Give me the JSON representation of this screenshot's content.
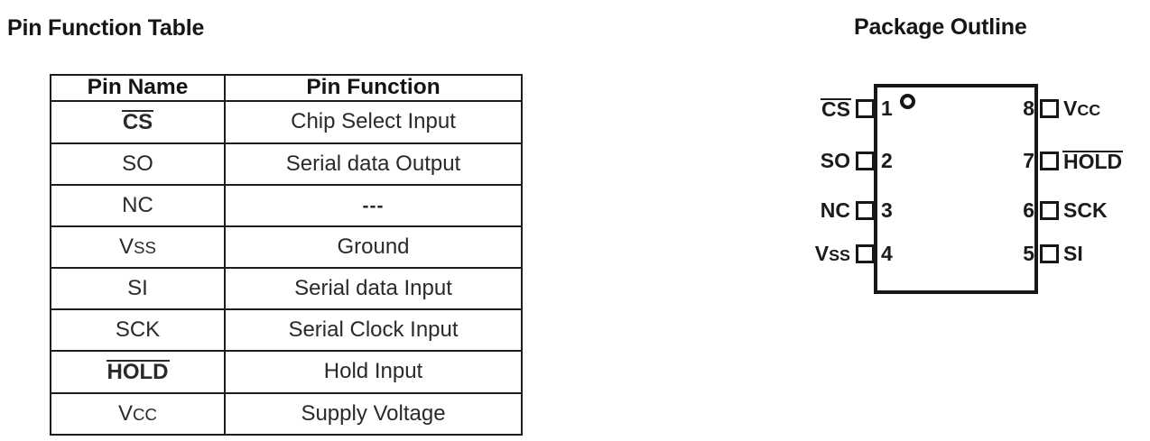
{
  "sections": {
    "pin_function_title": "Pin Function Table",
    "package_outline_title": "Package Outline"
  },
  "pin_table": {
    "headers": [
      "Pin Name",
      "Pin Function"
    ],
    "rows": [
      {
        "name": "CS",
        "name_overline": true,
        "function": "Chip Select Input"
      },
      {
        "name": "SO",
        "name_overline": false,
        "function": "Serial data Output"
      },
      {
        "name": "NC",
        "name_overline": false,
        "function": "---"
      },
      {
        "name": "Vss",
        "name_overline": false,
        "function": "Ground"
      },
      {
        "name": "SI",
        "name_overline": false,
        "function": "Serial data Input"
      },
      {
        "name": "SCK",
        "name_overline": false,
        "function": "Serial Clock Input"
      },
      {
        "name": "HOLD",
        "name_overline": true,
        "function": "Hold Input"
      },
      {
        "name": "Vcc",
        "name_overline": false,
        "function": "Supply Voltage"
      }
    ]
  },
  "package": {
    "marker": "pin1-dot-circle",
    "left_pins": [
      {
        "number": "1",
        "label": "CS",
        "overline": true
      },
      {
        "number": "2",
        "label": "SO",
        "overline": false
      },
      {
        "number": "3",
        "label": "NC",
        "overline": false
      },
      {
        "number": "4",
        "label": "Vss",
        "overline": false
      }
    ],
    "right_pins": [
      {
        "number": "8",
        "label": "Vcc",
        "overline": false
      },
      {
        "number": "7",
        "label": "HOLD",
        "overline": true
      },
      {
        "number": "6",
        "label": "SCK",
        "overline": false
      },
      {
        "number": "5",
        "label": "SI",
        "overline": false
      }
    ]
  },
  "colors": {
    "ink": "#1a1a1a",
    "background": "#ffffff",
    "rule": "#1d1d1d"
  }
}
